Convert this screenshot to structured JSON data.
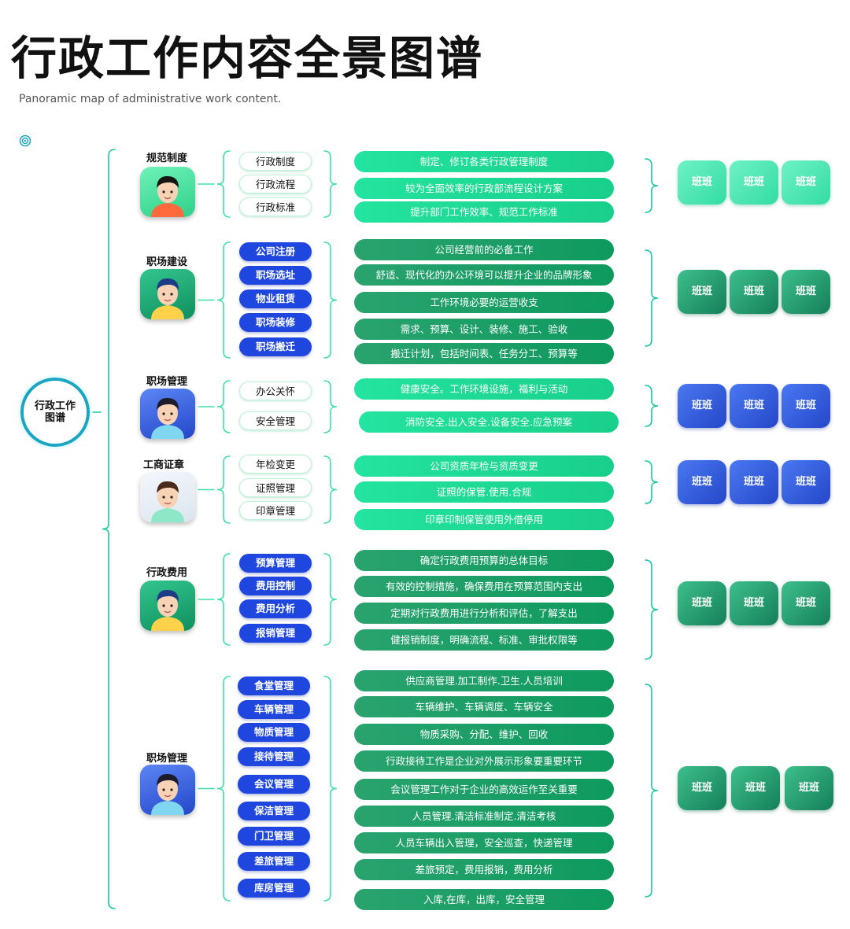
{
  "title": "行政工作内容全景图谱",
  "subtitle": "Panoramic map of administrative work content.",
  "root_label": "行政工作图谱",
  "card_label": "班班",
  "sections": [
    {
      "name": "规范制度",
      "avatar": "boy-short-hair",
      "item_style": "outline",
      "bar_style": "light",
      "card_style": "mint",
      "items": [
        "行政制度",
        "行政流程",
        "行政标准"
      ],
      "descriptions": [
        "制定、修订各类行政管理制度",
        "较为全面效率的行政部流程设计方案",
        "提升部门工作效率、规范工作标准"
      ]
    },
    {
      "name": "职场建设",
      "avatar": "girl-beanie",
      "item_style": "blue",
      "bar_style": "dark",
      "card_style": "teal",
      "items": [
        "公司注册",
        "职场选址",
        "物业租赁",
        "职场装修",
        "职场搬迁"
      ],
      "descriptions": [
        "公司经营前的必备工作",
        "舒适、现代化的办公环境可以提升企业的品牌形象",
        "工作环境必要的运营收支",
        "需求、预算、设计、装修、施工、验收",
        "搬迁计划，包括时间表、任务分工、预算等"
      ]
    },
    {
      "name": "职场管理",
      "avatar": "man-glasses",
      "item_style": "outline",
      "bar_style": "light",
      "card_style": "blue",
      "items": [
        "办公关怀",
        "安全管理"
      ],
      "descriptions": [
        "健康安全。工作环境设施，福利与活动",
        "消防安全.出入安全.设备安全.应急预案"
      ]
    },
    {
      "name": "工商证章",
      "avatar": "woman-long-hair",
      "item_style": "outline",
      "bar_style": "light",
      "card_style": "blue",
      "items": [
        "年检变更",
        "证照管理",
        "印章管理"
      ],
      "descriptions": [
        "公司资质年检与资质变更",
        "证照的保管.使用.合规",
        "印章印制保管使用外借停用"
      ]
    },
    {
      "name": "行政费用",
      "avatar": "girl-beanie",
      "item_style": "blue",
      "bar_style": "dark",
      "card_style": "teal",
      "items": [
        "预算管理",
        "费用控制",
        "费用分析",
        "报销管理"
      ],
      "descriptions": [
        "确定行政费用预算的总体目标",
        "有效的控制措施，确保费用在预算范围内支出",
        "定期对行政费用进行分析和评估，了解支出",
        "健报销制度，明确流程、标准、审批权限等"
      ]
    },
    {
      "name": "职场管理",
      "avatar": "man-glasses",
      "item_style": "blue",
      "bar_style": "dark",
      "card_style": "teal",
      "items": [
        "食堂管理",
        "车辆管理",
        "物质管理",
        "接待管理",
        "会议管理",
        "保洁管理",
        "门卫管理",
        "差旅管理",
        "库房管理"
      ],
      "descriptions": [
        "供应商管理.加工制作.卫生.人员培训",
        "车辆维护、车辆调度、车辆安全",
        "物质采购、分配、维护、回收",
        "行政接待工作是企业对外展示形象要重要环节",
        "会议管理工作对于企业的高效运作至关重要",
        "人员管理.清洁标准制定.清洁考核",
        "人员车辆出入管理，安全巡查，快递管理",
        "差旅预定，费用报销，费用分析",
        "入库,在库，出库，安全管理"
      ]
    }
  ]
}
